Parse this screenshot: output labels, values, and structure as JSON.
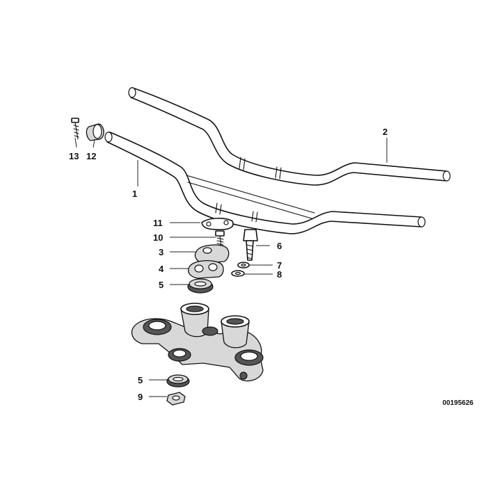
{
  "diagram": {
    "reference_code": "00195626",
    "callouts": {
      "p1": "1",
      "p2": "2",
      "p3": "3",
      "p4": "4",
      "p5_upper": "5",
      "p5_lower": "5",
      "p6": "6",
      "p7": "7",
      "p8": "8",
      "p9": "9",
      "p10": "10",
      "p11": "11",
      "p12": "12",
      "p13": "13"
    }
  }
}
